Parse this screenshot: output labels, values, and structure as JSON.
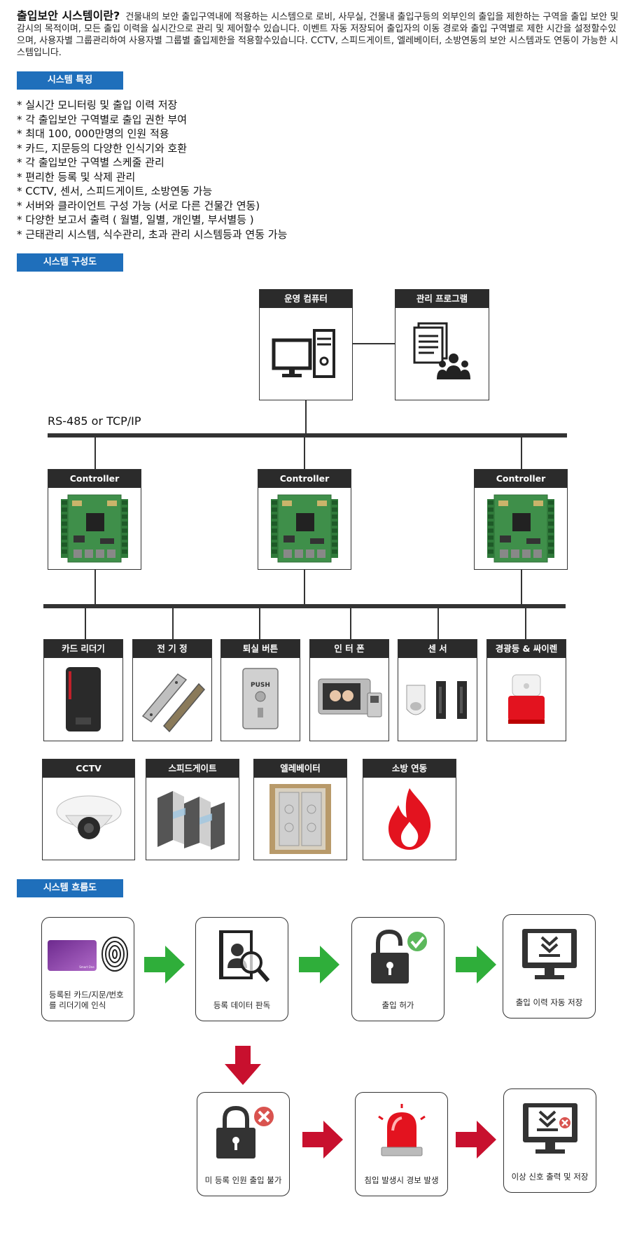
{
  "intro": {
    "title": "출입보안 시스템이란?",
    "text": "건물내의 보안 출입구역내에 적용하는 시스템으로 로비, 사무실, 건물내 출입구등의 외부인의 출입을 제한하는 구역을 출입 보안 및 감시의 목적이며, 모든 출입 이력을 실시간으로 관리 및 제어할수 있습니다. 이벤트 자동 저장되어 출입자의 이동 경로와 출입 구역별로 제한 시간을 설정할수있으며, 사용자별 그룹관리하여 사용자별 그룹별 출입제한을 적용할수있습니다. CCTV, 스피드게이트, 엘레베이터, 소방연동의 보안 시스템과도 연동이 가능한 시스템입니다."
  },
  "sections": {
    "features": "시스템 특징",
    "structure": "시스템 구성도",
    "flow": "시스템 흐름도"
  },
  "features": [
    "* 실시간 모니터링 및 출입 이력 저장",
    "* 각 출입보안 구역별로 출입 권한 부여",
    "* 최대 100, 000만명의 인원 적용",
    "* 카드, 지문등의 다양한 인식기와 호환",
    "* 각 출입보안 구역별 스케줄 관리",
    "* 편리한 등록 및 삭제 관리",
    "* CCTV, 센서, 스피드게이트, 소방연동 가능",
    "* 서버와 클라이언트 구성 가능 (서로 다른 건물간 연동)",
    "* 다양한 보고서 출력 ( 월별, 일별, 개인별, 부서별등 )",
    "* 근태관리 시스템, 식수관리, 초과 관리 시스템등과 연동 가능"
  ],
  "diagram": {
    "computer": "운영 컴퓨터",
    "program": "관리 프로그램",
    "bus_label": "RS-485 or TCP/IP",
    "controllers": [
      "Controller",
      "Controller",
      "Controller"
    ],
    "devices": [
      "카드 리더기",
      "전 기 정",
      "퇴실 버튼",
      "인 터 폰",
      "센   서",
      "경광등 & 싸이렌"
    ],
    "systems": [
      "CCTV",
      "스피드게이트",
      "엘레베이터",
      "소방 연동"
    ],
    "push_label": "PUSH"
  },
  "flow": {
    "step1": "등록된 카드/지문/번호를 리더기에 인식",
    "step2": "등록 데이터 판독",
    "step3": "출입 허가",
    "step4": "출입 이력 자동 저장",
    "step5": "미 등록 인원 출입 불가",
    "step6": "침입 발생시 경보 발생",
    "step7": "이상 신호 출력 및 저장",
    "card_brand": "Smart One"
  },
  "colors": {
    "section_blue": "#1f6fbb",
    "header_dark": "#2b2b2b",
    "arrow_green": "#2fae3a",
    "arrow_red": "#c8102e",
    "pcb_green": "#3f8f4a",
    "flame_red": "#e3131f"
  }
}
